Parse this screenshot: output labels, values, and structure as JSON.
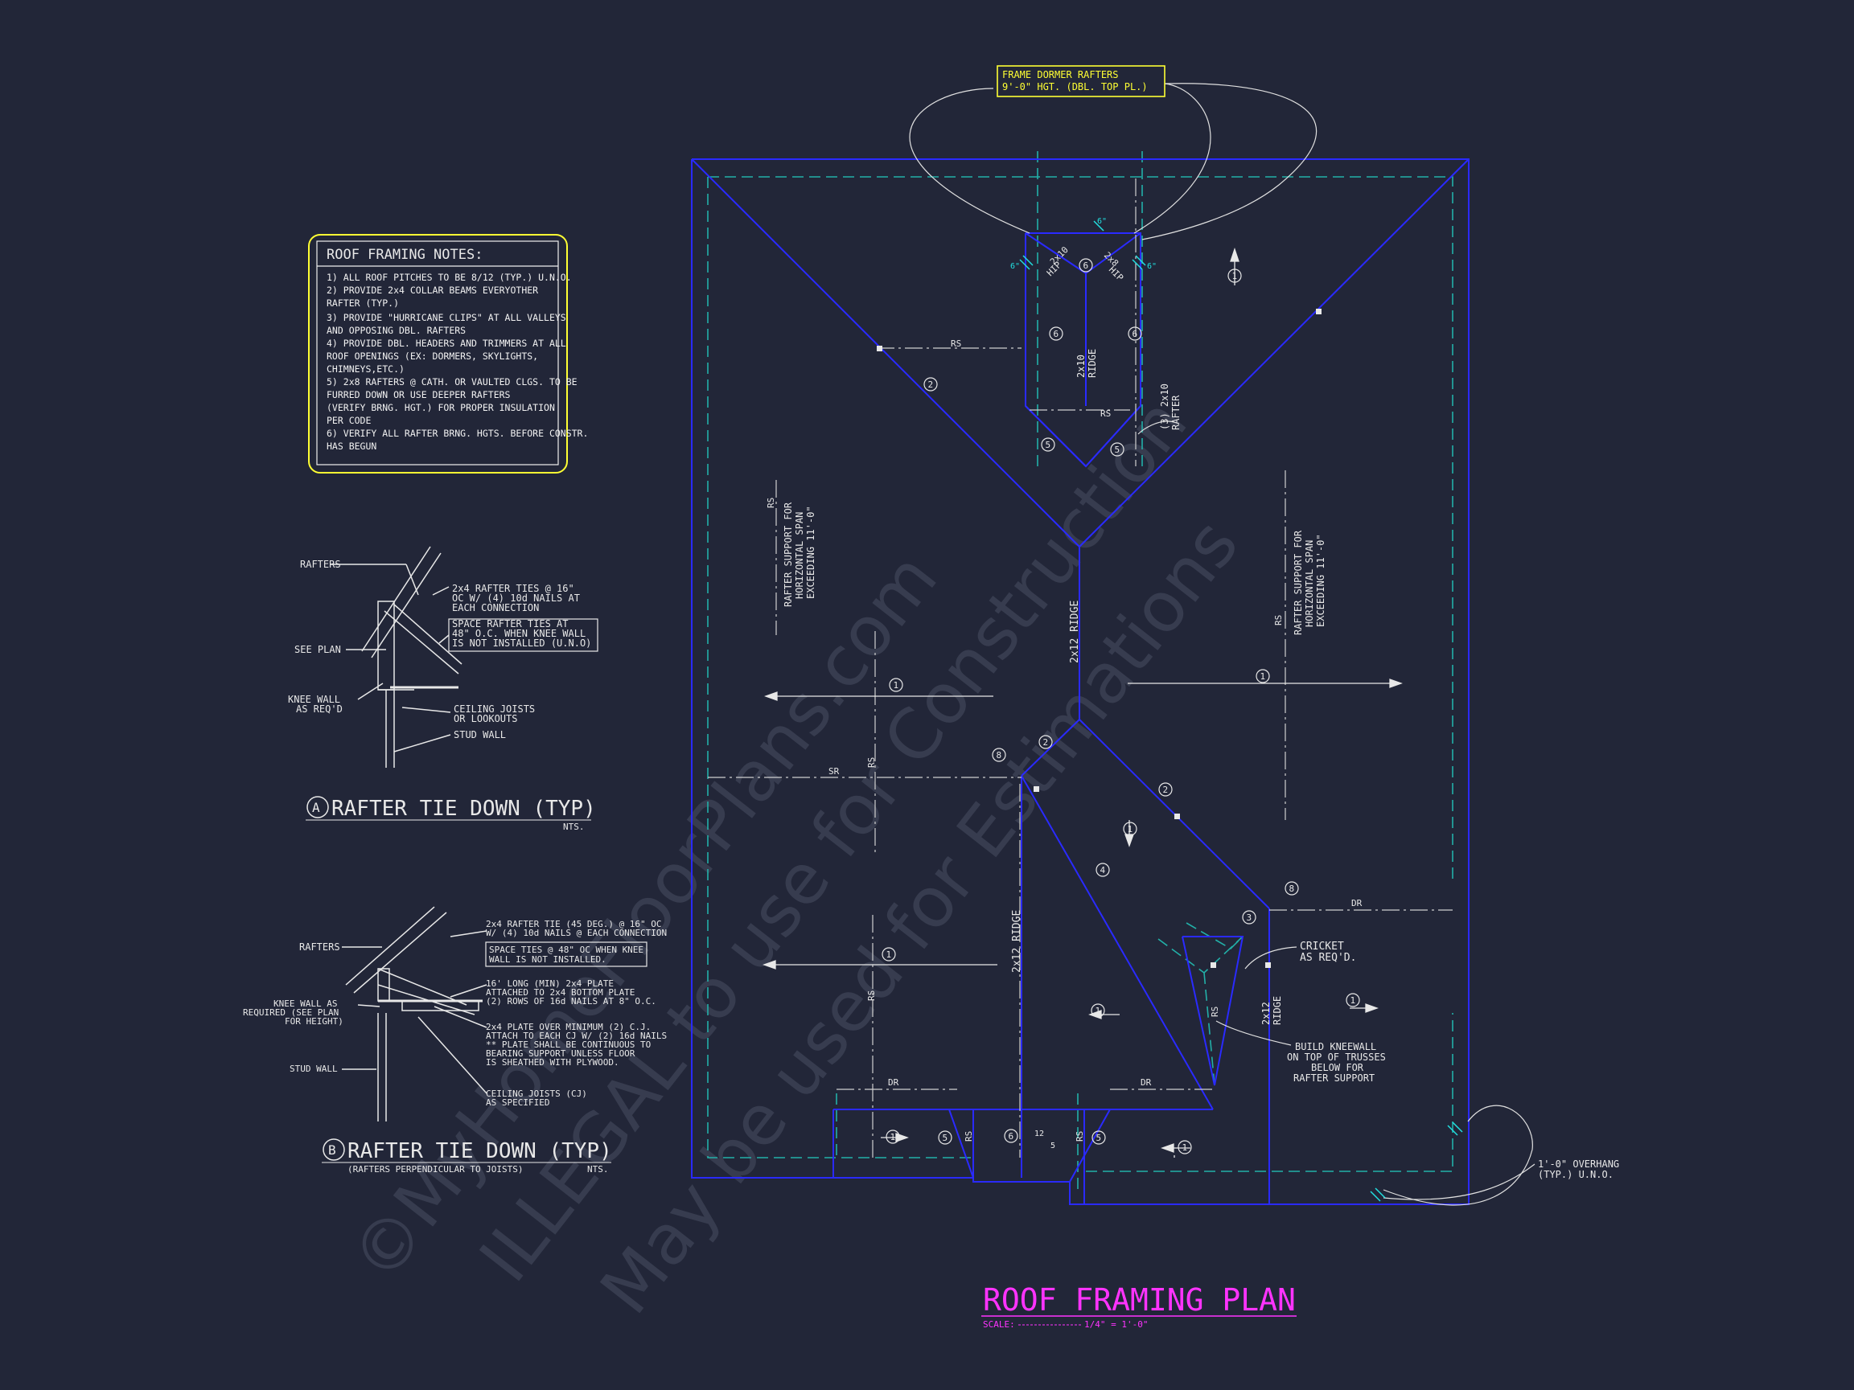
{
  "title": {
    "text": "ROOF FRAMING PLAN",
    "scale_label": "SCALE:",
    "scale_value": "1/4\" = 1'-0\""
  },
  "dormer_callout": {
    "line1": "FRAME DORMER RAFTERS",
    "line2": "9'-0\" HGT. (DBL. TOP PL.)"
  },
  "notes": {
    "heading": "ROOF FRAMING NOTES:",
    "lines": [
      "1) ALL ROOF PITCHES TO BE 8/12 (TYP.) U.N.O.",
      "2) PROVIDE 2x4 COLLAR BEAMS EVERYOTHER",
      "    RAFTER (TYP.)",
      "3) PROVIDE \"HURRICANE CLIPS\" AT ALL VALLEYS",
      "    AND OPPOSING DBL. RAFTERS",
      "4) PROVIDE DBL. HEADERS AND TRIMMERS AT ALL",
      "    ROOF OPENINGS (EX: DORMERS, SKYLIGHTS,",
      "    CHIMNEYS,ETC.)",
      "5) 2x8 RAFTERS @ CATH. OR VAULTED CLGS. TO BE",
      "    FURRED DOWN OR USE DEEPER RAFTERS",
      "    (VERIFY BRNG. HGT.) FOR PROPER INSULATION",
      "    PER CODE",
      "6) VERIFY ALL RAFTER BRNG. HGTS. BEFORE CONSTR.",
      "    HAS BEGUN"
    ]
  },
  "detail_a": {
    "marker": "A",
    "title": "RAFTER TIE DOWN (TYP)",
    "nts": "NTS.",
    "labels": {
      "rafters": "RAFTERS",
      "see_plan": "SEE PLAN",
      "knee_wall_1": "KNEE WALL",
      "knee_wall_2": "AS REQ'D",
      "ties_1": "2x4 RAFTER TIES @ 16\"",
      "ties_2": "OC W/ (4) 10d NAILS AT",
      "ties_3": "EACH CONNECTION",
      "space_1": "SPACE RAFTER TIES AT",
      "space_2": "48\" O.C. WHEN KNEE WALL",
      "space_3": "IS NOT INSTALLED (U.N.O)",
      "ceiling_1": "CEILING JOISTS",
      "ceiling_2": "OR LOOKOUTS",
      "stud_wall": "STUD WALL"
    }
  },
  "detail_b": {
    "marker": "B",
    "title": "RAFTER TIE DOWN (TYP)",
    "subtitle": "(RAFTERS PERPENDICULAR TO JOISTS)",
    "nts": "NTS.",
    "labels": {
      "rafters": "RAFTERS",
      "knee_1": "KNEE WALL AS",
      "knee_2": "REQUIRED (SEE PLAN",
      "knee_3": "FOR HEIGHT)",
      "stud_wall": "STUD WALL",
      "tie_1": "2x4 RAFTER TIE (45 DEG.) @ 16\" OC",
      "tie_2": "W/ (4) 10d NAILS @ EACH CONNECTION",
      "space_1": "SPACE TIES @ 48\" OC WHEN KNEE",
      "space_2": "WALL IS NOT INSTALLED.",
      "plate_1": "16' LONG (MIN) 2x4 PLATE",
      "plate_2": "ATTACHED TO 2x4 BOTTOM PLATE",
      "plate_3": "(2) ROWS OF 16d NAILS AT 8\" O.C.",
      "over_1": "2x4 PLATE OVER MINIMUM (2) C.J.",
      "over_2": "ATTACH TO EACH CJ W/ (2) 16d NAILS",
      "over_3": "** PLATE SHALL BE CONTINUOUS TO",
      "over_4": "BEARING SUPPORT UNLESS FLOOR",
      "over_5": "IS SHEATHED WITH PLYWOOD.",
      "cj_1": "CEILING JOISTS (CJ)",
      "cj_2": "AS SPECIFIED"
    }
  },
  "plan_labels": {
    "rs": "RS",
    "sr": "SR",
    "dr": "DR",
    "ridge_2x12": "2x12 RIDGE",
    "ridge_2x10_a": "2x10",
    "ridge_2x10_b": "RIDGE",
    "ridge_2x12_a": "2x12",
    "ridge_2x12_b": "RIDGE",
    "hip_2x10_a": "2x10",
    "hip_2x10_b": "HIP",
    "hip_2x8_a": "2x8",
    "hip_2x8_b": "HIP",
    "rafter_3": "(3) 2x10",
    "rafter_3b": "RAFTER",
    "support_1": "RAFTER SUPPORT FOR",
    "support_2": "HORIZONTAL SPAN",
    "support_3": "EXCEEDING 11'-0\"",
    "cricket_1": "CRICKET",
    "cricket_2": "AS REQ'D.",
    "knee_1": "BUILD KNEEWALL",
    "knee_2": "ON TOP OF TRUSSES",
    "knee_3": "BELOW FOR",
    "knee_4": "RAFTER SUPPORT",
    "overhang_1": "1'-0\" OVERHANG",
    "overhang_2": "(TYP.) U.N.O.",
    "six_in": "6\"",
    "dim_12": "12",
    "dim_5": "5"
  },
  "bubbles": {
    "b1": "1",
    "b2": "2",
    "b3": "3",
    "b4": "4",
    "b5": "5",
    "b6": "6",
    "b8": "8"
  },
  "watermark": {
    "line1": "©MyHomeFloorPlans.com",
    "line2": "ILLEGAL to use for Construction",
    "line3": "May be used for Estimations"
  },
  "colors": {
    "background": "#222638",
    "wall": "#2222ff",
    "overhang": "#22b0a8",
    "text": "#e8e8e8",
    "yellow": "#ffff33",
    "magenta": "#ff33ff"
  }
}
